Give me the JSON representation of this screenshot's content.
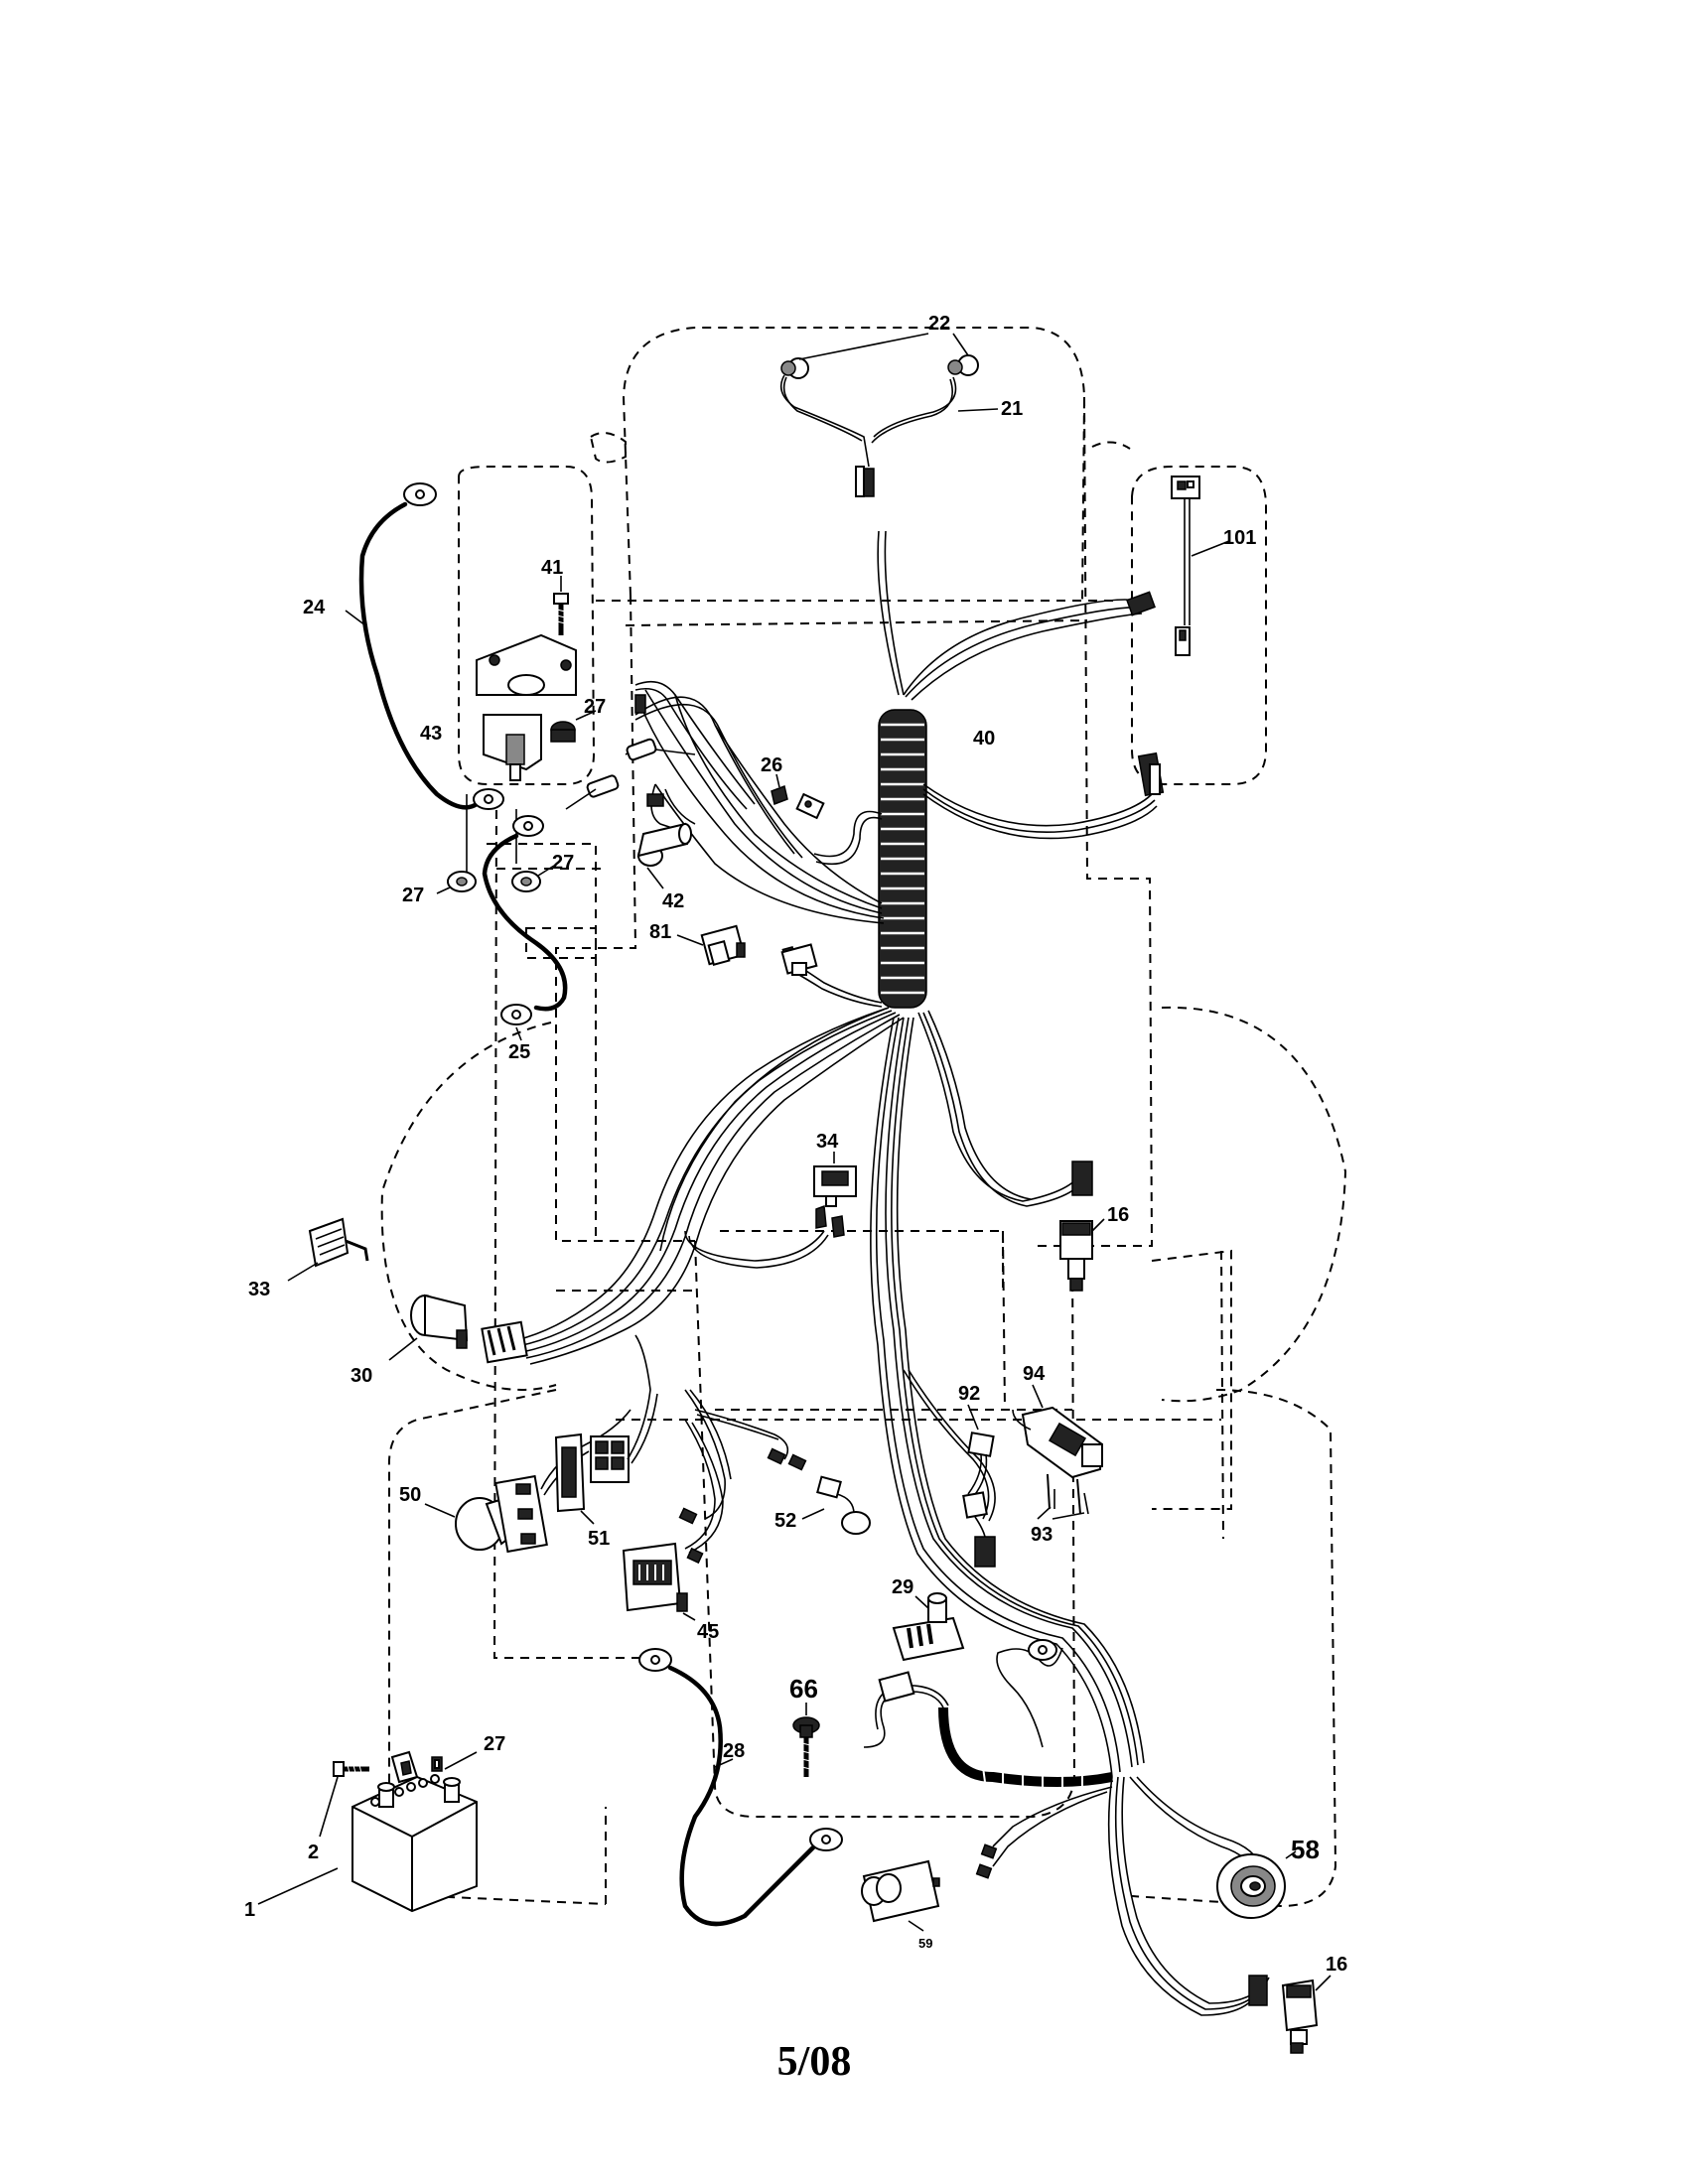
{
  "callouts": {
    "c1": "1",
    "c2": "2",
    "c16a": "16",
    "c16b": "16",
    "c21": "21",
    "c22": "22",
    "c24": "24",
    "c25": "25",
    "c26": "26",
    "c27a": "27",
    "c27b": "27",
    "c27c": "27",
    "c27d": "27",
    "c28": "28",
    "c29": "29",
    "c30": "30",
    "c33": "33",
    "c34": "34",
    "c40": "40",
    "c41": "41",
    "c42": "42",
    "c43": "43",
    "c45": "45",
    "c50": "50",
    "c51": "51",
    "c52": "52",
    "c58": "58",
    "c59": "59",
    "c66": "66",
    "c81": "81",
    "c92": "92",
    "c93": "93",
    "c94": "94",
    "c101": "101"
  },
  "footer": {
    "revision": "5/08"
  }
}
